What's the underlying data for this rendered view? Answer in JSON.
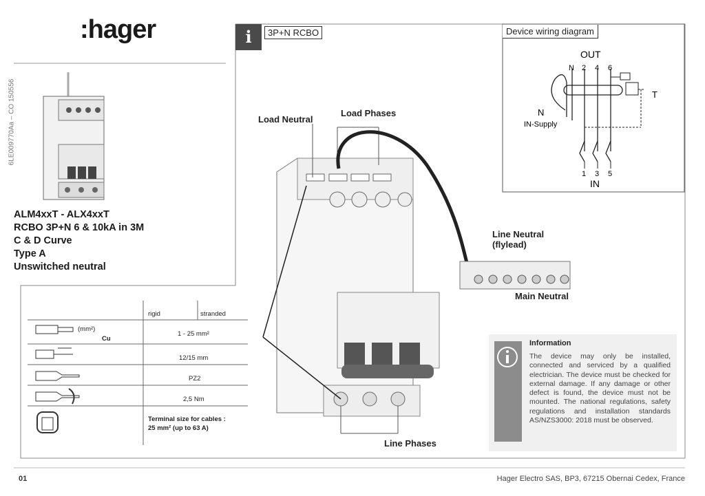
{
  "brand": {
    "logo": ":hager"
  },
  "side_code": "6LE009770Aa – CO 150556",
  "product": {
    "lines": [
      "ALM4xxT - ALX4xxT",
      "RCBO 3P+N 6 & 10kA in 3M",
      "C & D Curve",
      "Type A",
      "Unswitched neutral"
    ]
  },
  "section": {
    "title": "3P+N RCBO",
    "icon": "info-icon"
  },
  "wiring": {
    "title": "Device wiring diagram",
    "out": "OUT",
    "in": "IN",
    "top_terms": [
      "N",
      "2",
      "4",
      "6"
    ],
    "bottom_terms": [
      "1",
      "3",
      "5"
    ],
    "n_label": "N",
    "supply": "IN-Supply",
    "test": "T"
  },
  "labels": {
    "load_neutral": "Load Neutral",
    "load_phases": "Load Phases",
    "line_neutral": "Line Neutral",
    "flylead": "(flylead)",
    "main_neutral": "Main Neutral",
    "line_phases": "Line Phases"
  },
  "specs": {
    "headers": [
      "rigid",
      "stranded"
    ],
    "rows": [
      {
        "icon": "cable-icon",
        "left": "(mm²)",
        "sub": "Cu",
        "value": "1 - 25 mm²"
      },
      {
        "icon": "strip-length-icon",
        "value": "12/15 mm"
      },
      {
        "icon": "screwdriver-icon",
        "value": "PZ2"
      },
      {
        "icon": "torque-icon",
        "value": "2,5 Nm"
      },
      {
        "icon": "terminal-icon",
        "value": "Terminal size for cables :",
        "value2": "25 mm² (up to 63 A)"
      }
    ]
  },
  "information": {
    "title": "Information",
    "body": "The device may only be installed, connected and serviced by a qualified electrician. The device must be checked for external damage. If any damage or other defect is found, the device must not be mounted. The national regulations, safety regulations and installation standards AS/NZS3000: 2018 must be observed."
  },
  "footer": {
    "page": "01",
    "address": "Hager Electro SAS, BP3, 67215 Obernai Cedex, France"
  }
}
